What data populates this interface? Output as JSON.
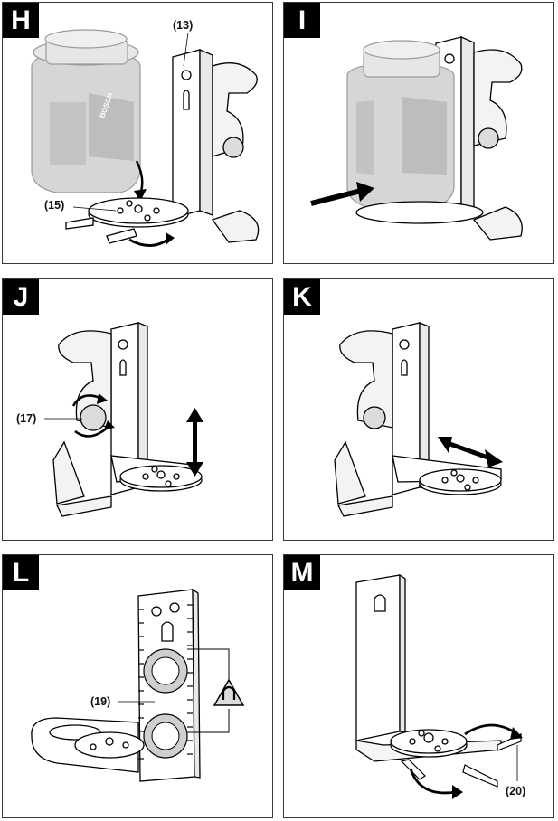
{
  "panels": {
    "h": {
      "letter": "H",
      "callouts": [
        "(13)",
        "(15)"
      ]
    },
    "i": {
      "letter": "I"
    },
    "j": {
      "letter": "J",
      "callouts": [
        "(17)"
      ]
    },
    "k": {
      "letter": "K"
    },
    "l": {
      "letter": "L",
      "callouts": [
        "(19)"
      ]
    },
    "m": {
      "letter": "M",
      "callouts": [
        "(20)"
      ]
    }
  },
  "device_brand": "BOSCH"
}
